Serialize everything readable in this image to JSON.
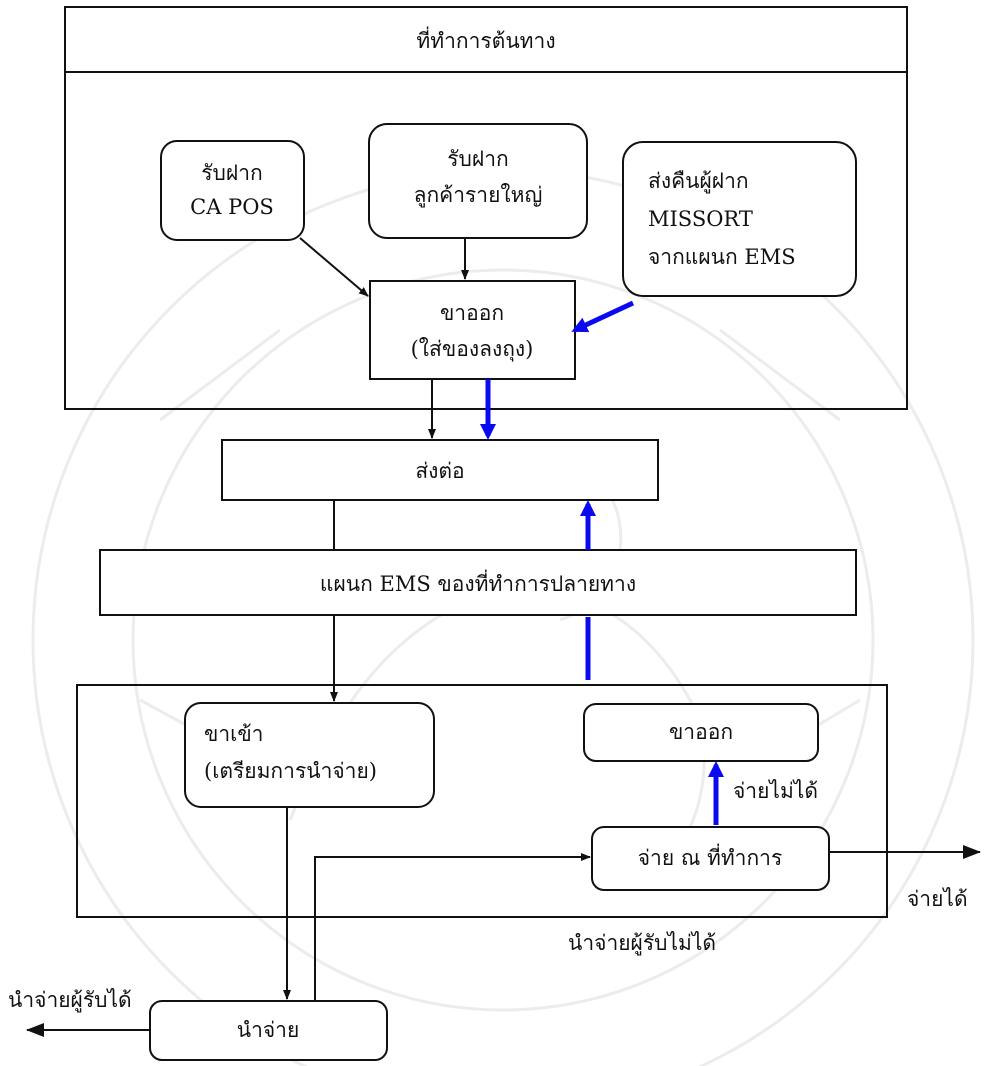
{
  "diagram": {
    "origin_office": {
      "title": "ที่ทำการต้นทาง"
    },
    "accept_capos": {
      "line1": "รับฝาก",
      "line2": "CA POS"
    },
    "accept_major": {
      "line1": "รับฝาก",
      "line2": "ลูกค้ารายใหญ่"
    },
    "return_missort": {
      "line1": "ส่งคืนผู้ฝาก",
      "line2": "MISSORT",
      "line3": "จากแผนก EMS"
    },
    "outbound_origin": {
      "line1": "ขาออก",
      "line2": "(ใส่ของลงถุง)"
    },
    "forward": {
      "label": "ส่งต่อ"
    },
    "ems_dest": {
      "label": "แผนก EMS ของที่ทำการปลายทาง"
    },
    "inbound": {
      "line1": "ขาเข้า",
      "line2": "(เตรียมการนำจ่าย)"
    },
    "outbound_dest": {
      "label": "ขาออก"
    },
    "pay_at_office": {
      "label": "จ่าย ณ ที่ทำการ"
    },
    "deliver": {
      "label": "นำจ่าย"
    },
    "labels": {
      "cannot_pay": "จ่ายไม่ได้",
      "paid": "จ่ายได้",
      "cannot_deliver": "นำจ่ายผู้รับไม่ได้",
      "delivered": "นำจ่ายผู้รับได้"
    },
    "colors": {
      "line": "#111111",
      "return_flow": "#0a0af0"
    }
  }
}
